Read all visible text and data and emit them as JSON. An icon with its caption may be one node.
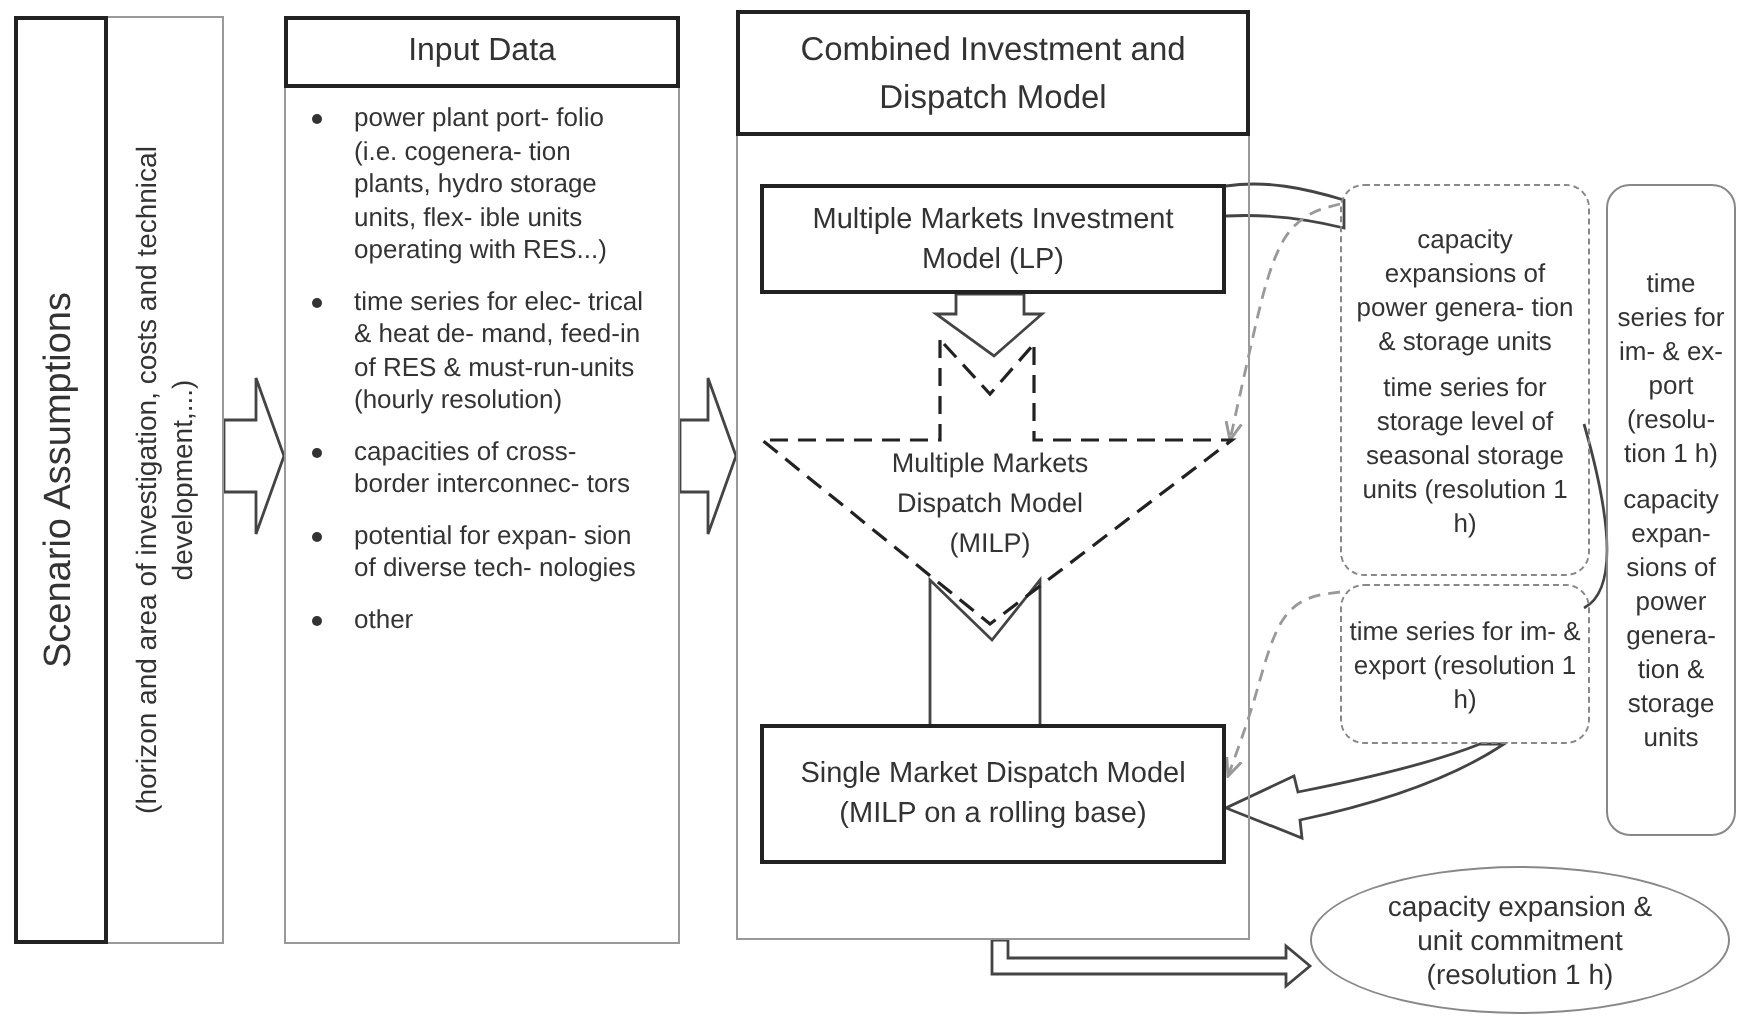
{
  "diagram": {
    "nodes": [
      {
        "text": [
          "Scenario Assumptions",
          "(horizon and area of investigation, costs and technical development,...)"
        ]
      },
      {
        "text": [
          "Input Data",
          "power plant port- folio (i.e. cogenera- tion plants, hydro storage units, flex- ible units operating with RES...)",
          "time series for elec- trical & heat de- mand, feed-in of RES & must-run-units (hourly resolution)",
          "capacities of cross- border interconnec- tors",
          "potential for expan- sion of diverse tech- nologies",
          "other"
        ]
      },
      {
        "text": [
          "Combined Investment and Dispatch Model"
        ]
      },
      {
        "text": [
          "Multiple Markets Investment Model (LP)"
        ],
        "in": 2
      },
      {
        "text": [
          "Multiple Markets Dispatch Model (MILP)"
        ],
        "in": 2
      },
      {
        "text": [
          "Single Market Dispatch Model (MILP on a rolling base)"
        ],
        "in": 2
      },
      {
        "text": [
          "capacity expansions of power genera- tion & storage units",
          "time series for storage level of seasonal storage units (resolution 1 h)"
        ]
      },
      {
        "text": [
          "time series for im- & export (resolution 1 h)"
        ]
      },
      {
        "text": [
          "time series for im- & ex- port (resolu- tion 1 h)",
          "capacity expan- sions of power genera- tion & storage units"
        ]
      },
      {
        "text": [
          "capacity expansion & unit commitment (resolution 1 h)"
        ]
      }
    ],
    "edges": [
      {
        "from": 0,
        "to": 1,
        "arrow": "to"
      },
      {
        "from": 1,
        "to": 2,
        "arrow": "to"
      },
      {
        "from": 3,
        "to": 4,
        "arrow": "to"
      },
      {
        "from": 4,
        "to": 5,
        "arrow": "none"
      },
      {
        "from": 3,
        "to": 6,
        "arrow": "none"
      },
      {
        "from": 6,
        "to": 4,
        "arrow": "to",
        "style": "dashed",
        "color": "#999999"
      },
      {
        "from": 7,
        "to": 5,
        "arrow": "to",
        "style": "dashed",
        "color": "#999999"
      },
      {
        "from": 7,
        "to": 5,
        "arrow": "to"
      },
      {
        "from": 6,
        "to": 7,
        "arrow": "none"
      },
      {
        "from": 2,
        "to": 9,
        "arrow": "to"
      }
    ]
  }
}
